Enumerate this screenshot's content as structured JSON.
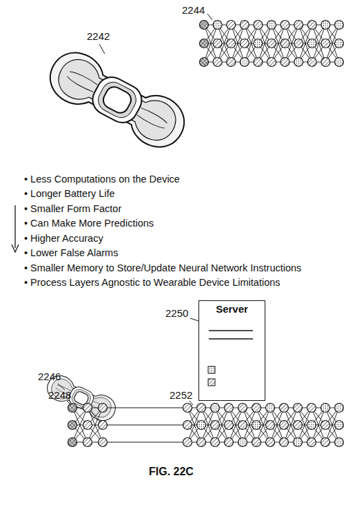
{
  "diagram": {
    "caption": "FIG. 22C",
    "nodes": [
      {
        "text": [
          "Server"
        ]
      }
    ],
    "labels": [
      "2244",
      "2242",
      "• Less Computations on the Device",
      "• Longer Battery Life",
      "• Smaller Form Factor",
      "• Can Make More Predictions",
      "• Higher Accuracy",
      "• Lower False Alarms",
      "• Smaller Memory to Store/Update Neural Network Instructions",
      "• Process Layers Agnostic to Wearable Device Limitations",
      "2246",
      "2250",
      "2248",
      "2252"
    ]
  }
}
